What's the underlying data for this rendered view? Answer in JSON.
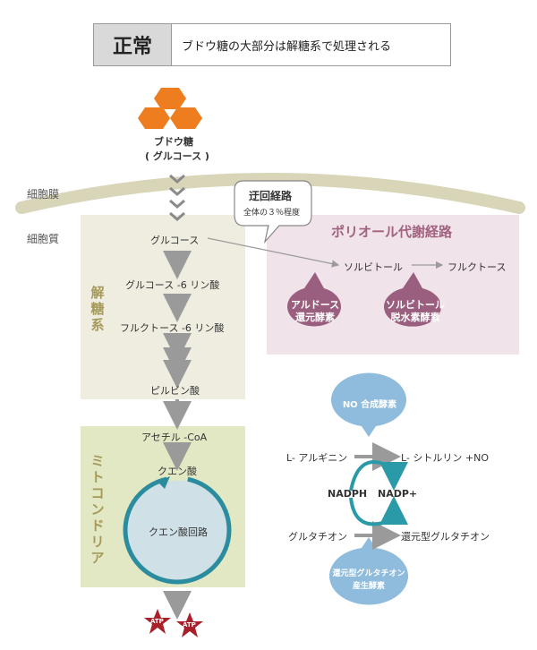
{
  "header": {
    "tag": "正常",
    "description": "ブドウ糖の大部分は解糖系で処理される"
  },
  "glucose_top": {
    "line1": "ブドウ糖",
    "line2": "( グルコース )"
  },
  "membrane_label": "細胞膜",
  "cytoplasm_label": "細胞質",
  "callout": {
    "title": "迂回経路",
    "subtitle": "全体の３％程度"
  },
  "polyol": {
    "title": "ポリオール代謝経路",
    "sorbitol": "ソルビトール",
    "fructose": "フルクトース",
    "enzyme1": {
      "line1": "アルドース",
      "line2": "還元酵素"
    },
    "enzyme2": {
      "line1": "ソルビトール",
      "line2": "脱水素酵素"
    }
  },
  "glycolysis": {
    "label": "解糖系",
    "steps": [
      "グルコース",
      "グルコース -6 リン酸",
      "フルクトース -6 リン酸",
      "ピルビン酸"
    ]
  },
  "mitochondria": {
    "label": "ミトコンドリア",
    "acetyl": "アセチル -CoA",
    "citrate": "クエン酸",
    "cycle": "クエン酸回路"
  },
  "atp": [
    "ATP",
    "ATP"
  ],
  "no_pathway": {
    "no_enzyme": "NO 合成酵素",
    "arginine": "L- アルギニン",
    "citrulline": "L- シトルリン +NO",
    "nadph": "NADPH",
    "nadp": "NADP+",
    "glutathione": "グルタチオン",
    "reduced_glutathione": "還元型グルタチオン",
    "gsh_enzyme": {
      "line1": "還元型グルタチオン",
      "line2": "産生酵素"
    }
  },
  "colors": {
    "membrane": "#d9d5b8",
    "glycolysis_bg": "#efece0",
    "glycolysis_label": "#a59a5a",
    "mito_bg": "#e2e8c4",
    "mito_label": "#a59a5a",
    "polyol_bg": "#f0e3ea",
    "polyol_title": "#a2627f",
    "enzyme_purple": "#9a5f7e",
    "teal": "#2a9aa8",
    "bubble_blue": "#8fbcdc",
    "cycle_fill": "#cfe0e6",
    "cycle_stroke": "#2a8c9e",
    "orange": "#ee7d1f",
    "atp_red": "#a8202a",
    "arrow_gray": "#9a9a9a"
  }
}
